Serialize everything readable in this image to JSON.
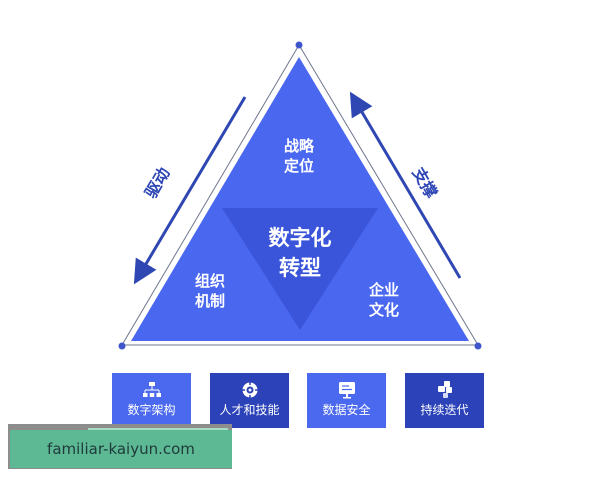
{
  "colors": {
    "main_triangle": "#4a67f0",
    "inner_triangle": "#3a55d9",
    "outline": "#6f7690",
    "arrow": "#2f47b3",
    "vertex_dot": "#3d56c9",
    "card_light": "#4b69ee",
    "card_dark": "#2b42b8",
    "watermark_bg": "#5db894"
  },
  "diagram": {
    "center": {
      "line1": "数字化",
      "line2": "转型"
    },
    "top": {
      "line1": "战略",
      "line2": "定位"
    },
    "bottom_left": {
      "line1": "组织",
      "line2": "机制"
    },
    "bottom_right": {
      "line1": "企业",
      "line2": "文化"
    },
    "left_arrow": {
      "label": "驱动",
      "direction": "down-left"
    },
    "right_arrow": {
      "label": "支撑",
      "direction": "up-left"
    }
  },
  "cards": [
    {
      "label": "数字架构",
      "icon": "org-chart-icon",
      "style": "light"
    },
    {
      "label": "人才和技能",
      "icon": "target-icon",
      "style": "dark"
    },
    {
      "label": "数据安全",
      "icon": "monitor-icon",
      "style": "light"
    },
    {
      "label": "持续迭代",
      "icon": "blocks-icon",
      "style": "dark"
    }
  ],
  "watermark": {
    "text": "familiar-kaiyun.com"
  }
}
